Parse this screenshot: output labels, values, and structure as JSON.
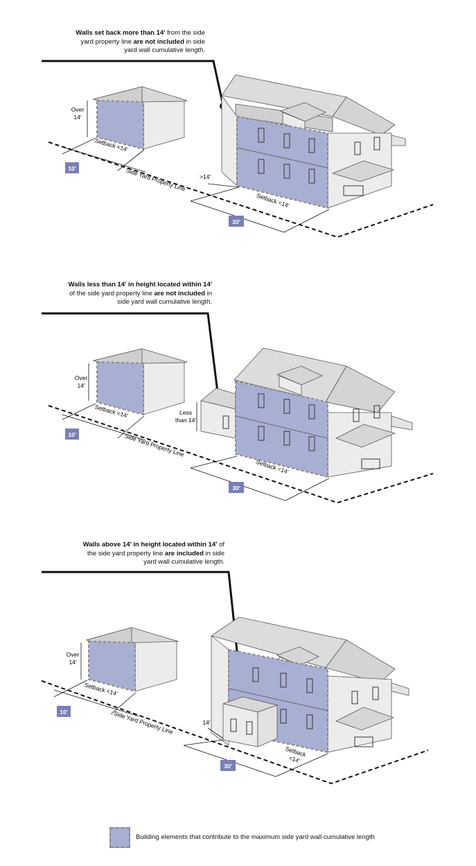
{
  "panels": [
    {
      "caption": {
        "line1_bold": "Walls set back more than 14'",
        "line1_rest": " from the side",
        "line2_a": "yard property line ",
        "line2_bold": "are not included",
        "line2_b": " in side",
        "line3": "yard wall cumulative length."
      },
      "labels": {
        "garage_height": [
          "Over",
          "14'"
        ],
        "garage_setback": "Setback <14'",
        "garage_dim": "10'",
        "property_line": "Side Yard Property Line",
        "house_offset": ">14'",
        "house_setback": "Setback <14'",
        "house_dim": "30'"
      }
    },
    {
      "caption": {
        "line1_bold": "Walls less than 14' in height located within 14'",
        "line2_a": "of the side yard property line ",
        "line2_bold": "are not included",
        "line2_b": " in",
        "line3": "side yard wall cumulative length."
      },
      "labels": {
        "garage_height": [
          "Over",
          "14'"
        ],
        "garage_setback": "Setback <14'",
        "garage_dim": "10'",
        "property_line": "Side Yard Property Line",
        "wing_height": [
          "Less",
          "than 14'"
        ],
        "house_setback": "Setback <14'",
        "house_dim": "30'"
      }
    },
    {
      "caption": {
        "line1_bold": "Walls above 14' in height located within 14'",
        "line1_rest": " of",
        "line2_a": "the side yard property line ",
        "line2_bold": "are included",
        "line2_b": " in side",
        "line3": "yard wall cumulative length."
      },
      "labels": {
        "garage_height": [
          "Over",
          "14'"
        ],
        "garage_setback": "Setback <14'",
        "garage_dim": "10'",
        "property_line": "Side Yard Property Line",
        "house_offset": "14'",
        "house_setback": [
          "Setback",
          "<14'"
        ],
        "house_dim": "30'"
      }
    }
  ],
  "legend": {
    "text": "Building elements that contribute to the maximum side yard wall cumulative length"
  },
  "colors": {
    "highlight": "#a9afd3",
    "dim_box": "#7a80b4",
    "roof": "#dcdcdc",
    "wall": "#ededed",
    "line": "#111111"
  }
}
